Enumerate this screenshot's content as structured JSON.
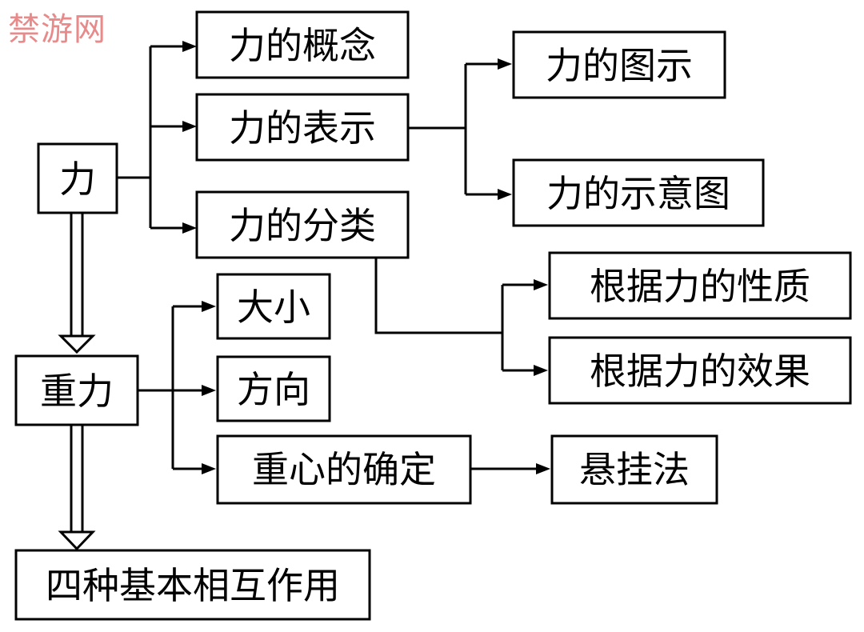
{
  "watermark": "禁游网",
  "nodes": {
    "li": "力",
    "li_de_gainian": "力的概念",
    "li_de_biaoshi": "力的表示",
    "li_de_fenlei": "力的分类",
    "li_de_tushi": "力的图示",
    "li_de_shiyitu": "力的示意图",
    "genju_xingzhi": "根据力的性质",
    "genju_xiaoguo": "根据力的效果",
    "zhongli": "重力",
    "daxiao": "大小",
    "fangxiang": "方向",
    "zhongxin_queding": "重心的确定",
    "xuanguafa": "悬挂法",
    "sizhong": "四种基本相互作用"
  },
  "colors": {
    "line": "#000000",
    "watermark": "#e88a8a"
  }
}
